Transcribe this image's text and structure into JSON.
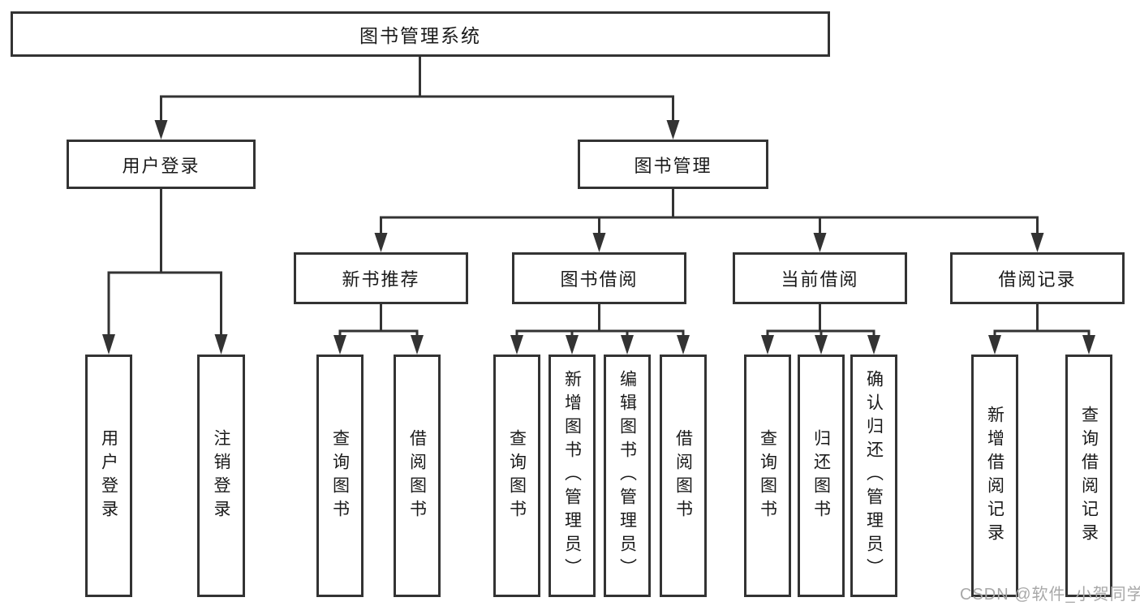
{
  "colors": {
    "line": "#333333",
    "text": "#1a1a1a",
    "background": "#ffffff",
    "watermark": "#a8a8a8"
  },
  "root": {
    "label": "图书管理系统",
    "children": [
      {
        "label": "用户登录",
        "children": [
          {
            "label": "用户登录"
          },
          {
            "label": "注销登录"
          }
        ]
      },
      {
        "label": "图书管理",
        "children": [
          {
            "label": "新书推荐",
            "children": [
              {
                "label": "查询图书"
              },
              {
                "label": "借阅图书"
              }
            ]
          },
          {
            "label": "图书借阅",
            "children": [
              {
                "label": "查询图书"
              },
              {
                "label": "新增图书（管理员）"
              },
              {
                "label": "编辑图书（管理员）"
              },
              {
                "label": "借阅图书"
              }
            ]
          },
          {
            "label": "当前借阅",
            "children": [
              {
                "label": "查询图书"
              },
              {
                "label": "归还图书"
              },
              {
                "label": "确认归还（管理员）"
              }
            ]
          },
          {
            "label": "借阅记录",
            "children": [
              {
                "label": "新增借阅记录"
              },
              {
                "label": "查询借阅记录"
              }
            ]
          }
        ]
      }
    ]
  },
  "watermark": "CSDN @软件_小贺同学"
}
